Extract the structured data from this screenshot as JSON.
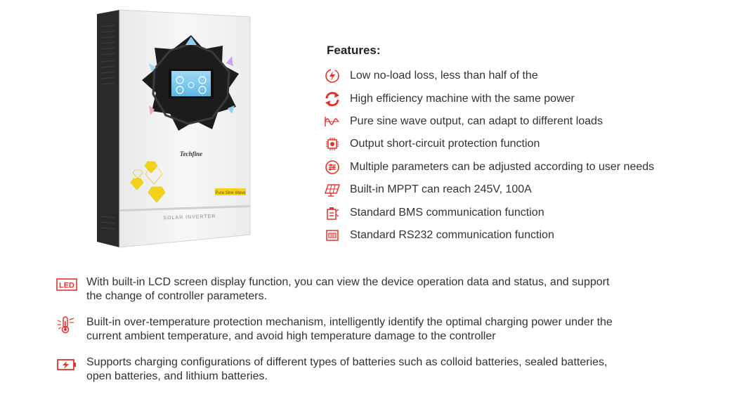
{
  "product": {
    "brand_label": "Techfine",
    "model_label": "SOLAR INVERTER",
    "tag_label": "Pure Sine Wave"
  },
  "features": {
    "title": "Features:",
    "items": [
      {
        "icon": "lightning-circle-icon",
        "text": "Low no-load loss, less than half of the"
      },
      {
        "icon": "refresh-arrows-icon",
        "text": "High efficiency machine with the same power"
      },
      {
        "icon": "sine-wave-icon",
        "text": "Pure sine wave output, can adapt to different loads"
      },
      {
        "icon": "chip-shield-icon",
        "text": "Output short-circuit protection function"
      },
      {
        "icon": "sliders-circle-icon",
        "text": "Multiple parameters can be adjusted according to user needs"
      },
      {
        "icon": "solar-panel-icon",
        "text": "Built-in MPPT can reach 245V, 100A"
      },
      {
        "icon": "battery-bms-icon",
        "text": "Standard BMS communication function"
      },
      {
        "icon": "rs232-port-icon",
        "text": "Standard RS232 communication function"
      }
    ]
  },
  "details": [
    {
      "icon": "led-icon",
      "icon_label": "LED",
      "line1": "With built-in LCD screen display function, you can view the device operation data and status, and support",
      "line2": "the change of controller parameters."
    },
    {
      "icon": "thermometer-icon",
      "line1": "Built-in over-temperature protection mechanism, intelligently identify the optimal charging power under the",
      "line2": "current ambient temperature, and avoid high temperature damage to the controller"
    },
    {
      "icon": "battery-charge-icon",
      "line1": "Supports charging configurations of different types of batteries such as colloid batteries, sealed batteries,",
      "line2": "open batteries, and lithium batteries."
    }
  ],
  "colors": {
    "accent": "#e4322b",
    "text": "#333333"
  }
}
